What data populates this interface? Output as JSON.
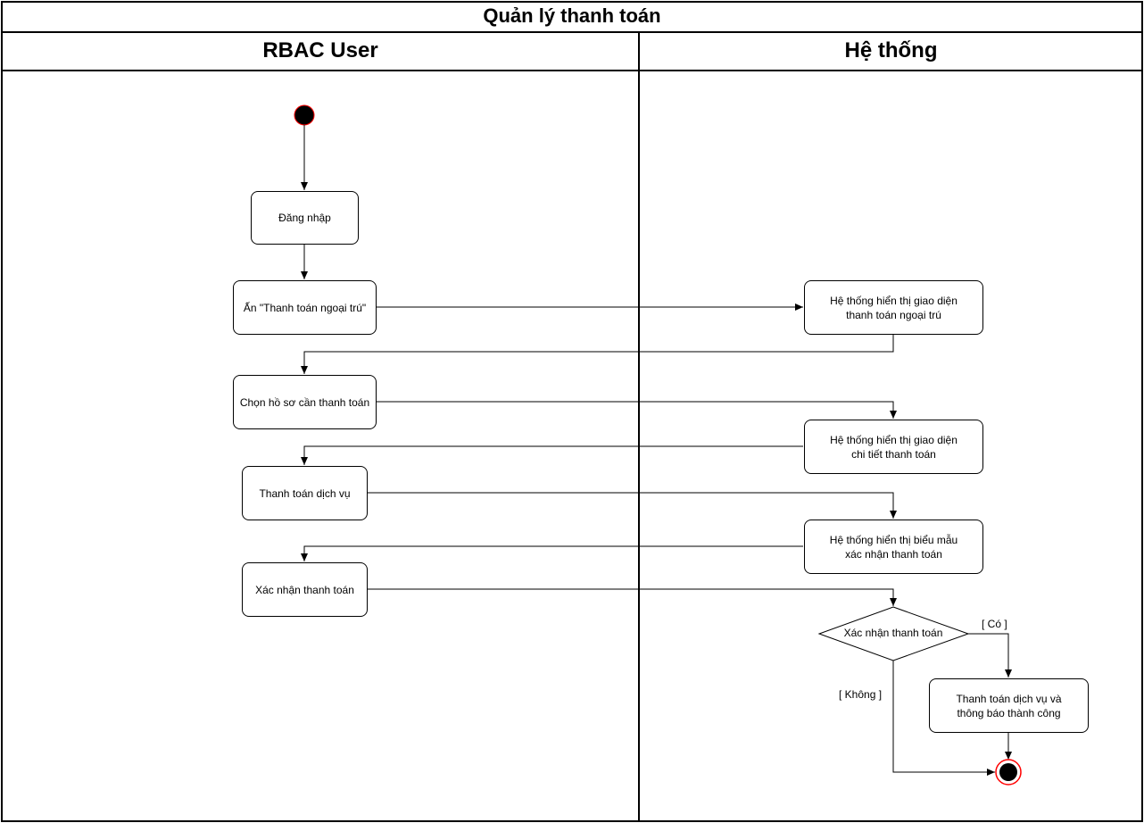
{
  "title": "Quản lý thanh toán",
  "lanes": [
    "RBAC User",
    "Hệ thống"
  ],
  "nodes": {
    "dang_nhap": "Đăng nhập",
    "an_thanh_toan": "Ấn \"Thanh toán ngoại trú\"",
    "ht_giao_dien_ngoai_tru": "Hệ thống hiển thị giao diện\nthanh toán ngoại trú",
    "chon_ho_so": "Chọn hồ sơ cần thanh toán",
    "ht_chi_tiet": "Hệ thống hiển thị giao diện\nchi tiết thanh toán",
    "thanh_toan_dich_vu": "Thanh toán dịch vụ",
    "ht_bieu_mau": "Hệ thống hiển thị biểu mẫu\nxác nhận thanh toán",
    "xac_nhan": "Xác nhận thanh toán",
    "decision": "Xác nhận thanh toán",
    "thanh_cong": "Thanh toán dịch vụ và\nthông báo thành công"
  },
  "guards": {
    "yes": "[ Có ]",
    "no": "[ Không ]"
  },
  "colors": {
    "line": "#000000",
    "start_node_fill": "#000000",
    "start_node_stroke": "#ff0000",
    "end_node_ring": "#ff0000"
  }
}
